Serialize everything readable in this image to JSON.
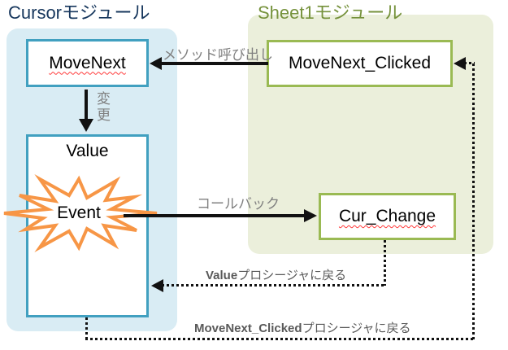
{
  "diagram": {
    "left_panel": {
      "title": "Cursorモジュール"
    },
    "right_panel": {
      "title": "Sheet1モジュール"
    },
    "nodes": {
      "movenext": "MoveNext",
      "value": "Value",
      "event": "Event",
      "movenext_clicked": "MoveNext_Clicked",
      "cur_change": "Cur_Change"
    },
    "edges": {
      "method_call": "メソッド呼び出し",
      "change": "変更",
      "callback": "コールバック",
      "return_value": {
        "bold": "Value",
        "rest": "プロシージャに戻る"
      },
      "return_movenext_clicked": {
        "bold": "MoveNext_Clicked",
        "rest": "プロシージャに戻る"
      }
    },
    "colors": {
      "blue_panel_bg": "#d9ecf4",
      "blue_box_border": "#41a0c0",
      "blue_title": "#17375d",
      "green_panel_bg": "#ebefdb",
      "green_box_border": "#9aba53",
      "green_title": "#76923c",
      "starburst_orange": "#f79646",
      "edge_label_gray": "#808080",
      "return_label_gray": "#595959",
      "spellcheck_red": "#ff3b3b",
      "line_black": "#111111"
    }
  }
}
